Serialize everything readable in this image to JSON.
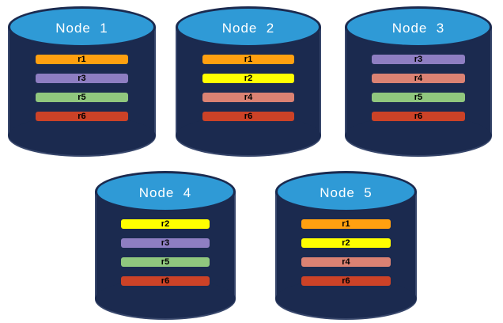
{
  "diagram": {
    "kind": "database-replica-distribution",
    "colors": {
      "cylinder_body": "#1B2A4F",
      "cylinder_top": "#2F9AD6",
      "title_text": "#FFFFFF",
      "bar_text": "#000000",
      "replica_colors": {
        "r1": "#FFA010",
        "r2": "#FFFF00",
        "r3": "#8E7EC2",
        "r4": "#DB8273",
        "r5": "#90C77E",
        "r6": "#CC4227"
      }
    },
    "nodes": [
      {
        "title": "Node  1",
        "replicas": [
          "r1",
          "r3",
          "r5",
          "r6"
        ]
      },
      {
        "title": "Node  2",
        "replicas": [
          "r1",
          "r2",
          "r4",
          "r6"
        ]
      },
      {
        "title": "Node  3",
        "replicas": [
          "r3",
          "r4",
          "r5",
          "r6"
        ]
      },
      {
        "title": "Node  4",
        "replicas": [
          "r2",
          "r3",
          "r5",
          "r6"
        ]
      },
      {
        "title": "Node  5",
        "replicas": [
          "r1",
          "r2",
          "r4",
          "r6"
        ]
      }
    ]
  }
}
